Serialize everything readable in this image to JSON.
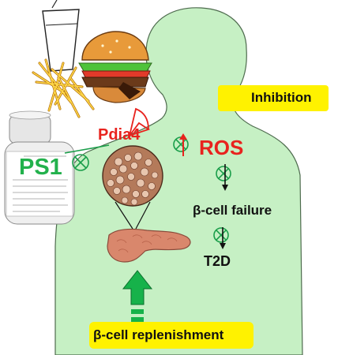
{
  "legend": {
    "inhibition_label": "Inhibition"
  },
  "labels": {
    "pdia4": "Pdia4",
    "ros": "ROS",
    "beta_cell_failure": "β-cell failure",
    "t2d": "T2D",
    "beta_cell_replenishment": "β-cell replenishment"
  },
  "bottle": {
    "drug_name": "PS1"
  },
  "icons": [
    "fast-food-icon",
    "supplement-bottle-icon",
    "pancreas-icon",
    "islet-micrograph-icon",
    "inhibition-icon",
    "up-arrow-icon"
  ],
  "colors": {
    "body_fill": "#c6f0c4",
    "highlight": "#fff200",
    "red_label": "#e8231e",
    "inhibition_green": "#1a9e4a",
    "arrow_green": "#16b24a",
    "pancreas": "#d9876c"
  }
}
